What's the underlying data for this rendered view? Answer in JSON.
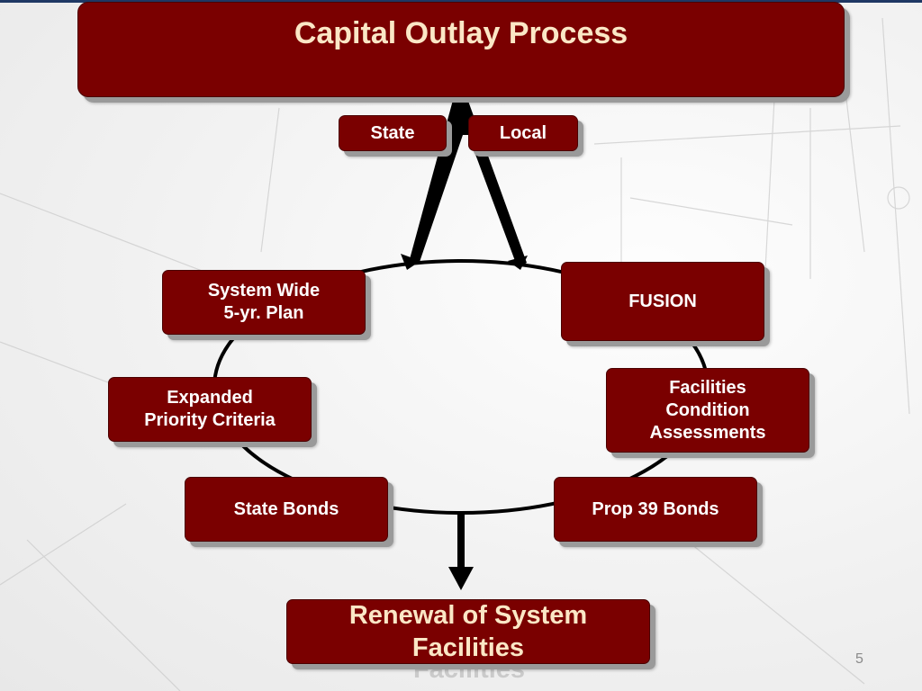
{
  "title": "Capital Outlay Process",
  "sources": {
    "state": "State",
    "local": "Local"
  },
  "nodes": {
    "system_wide_plan": "System Wide\n5-yr. Plan",
    "fusion": "FUSION",
    "expanded_priority": "Expanded\nPriority Criteria",
    "facilities_condition": "Facilities\nCondition\nAssessments",
    "state_bonds": "State Bonds",
    "prop39_bonds": "Prop 39 Bonds"
  },
  "result": "Renewal of System\nFacilities",
  "page_number": "5",
  "colors": {
    "box_fill": "#7a0000",
    "title_text": "#fbe7c6",
    "box_text": "#ffffff",
    "connector": "#000000"
  }
}
